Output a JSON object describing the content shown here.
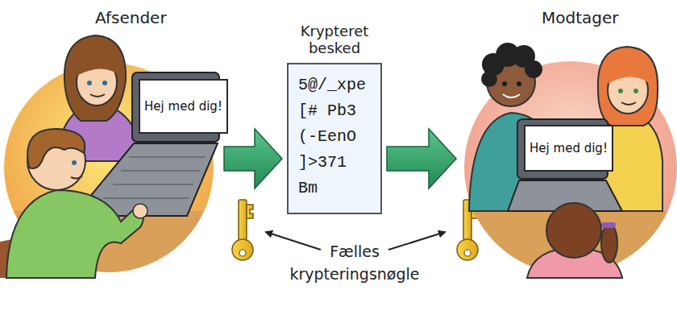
{
  "diagram": {
    "nodes": [
      {
        "text": [
          "Afsender"
        ]
      },
      {
        "text": [
          "Hej med dig!"
        ],
        "in": 0
      },
      {
        "text": [
          "Krypteret besked",
          "5@/_xpe [# Pb3 (-EenO ]>371 Bm"
        ]
      },
      {
        "text": [
          "Modtager"
        ]
      },
      {
        "text": [
          "Hej med dig!"
        ],
        "in": 3
      }
    ],
    "edges": [
      {
        "from": 0,
        "to": 2,
        "arrow": "to"
      },
      {
        "from": 2,
        "to": 3,
        "arrow": "to"
      }
    ],
    "labels": [
      "Fælles krypteringsnøgle"
    ]
  }
}
